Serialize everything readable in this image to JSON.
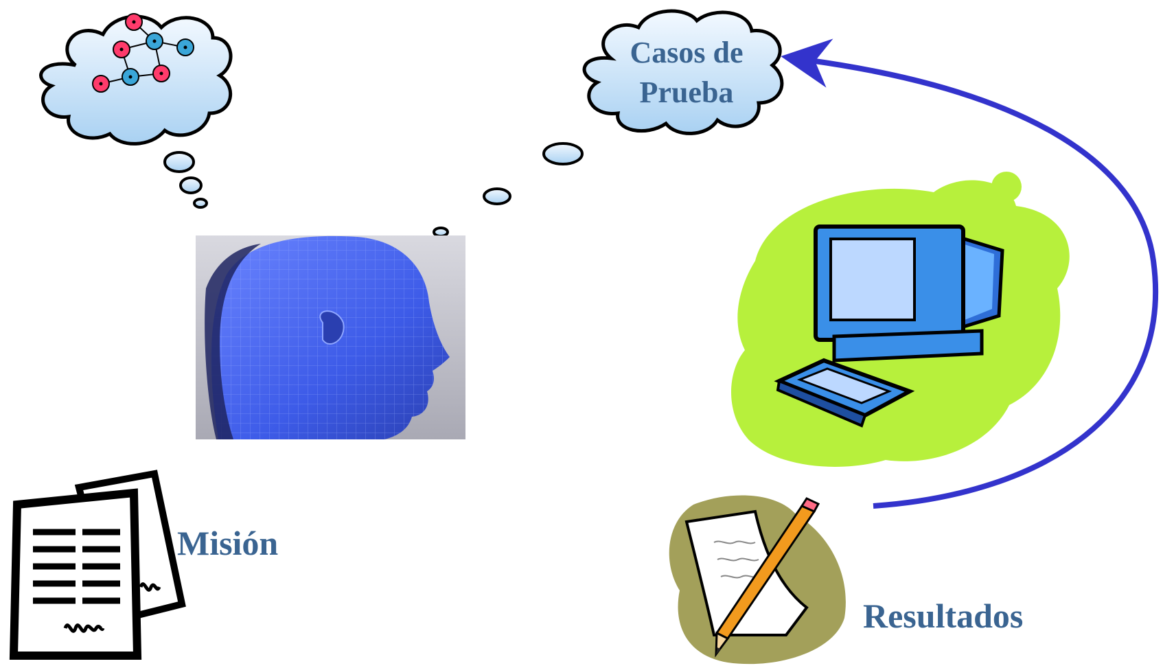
{
  "diagram": {
    "cloud_test_cases": {
      "line1": "Casos de",
      "line2": "Prueba"
    },
    "label_mission": "Misión",
    "label_results": "Resultados"
  },
  "colors": {
    "label_text": "#3a6491",
    "arrow": "#3333cc",
    "cloud_fill_top": "#eaf4ff",
    "cloud_fill_bottom": "#a8d0f0",
    "head_blue": "#4a6cff",
    "monitor_green_blob": "#b7f03c",
    "notepad_blob": "#a3a05a",
    "pencil_orange": "#f29a1e"
  },
  "icons": {
    "thought_cloud_graph": "molecule-graph-cloud-icon",
    "thought_cloud_text": "thought-cloud-icon",
    "head": "wireframe-head-icon",
    "computer": "computer-icon",
    "documents": "documents-icon",
    "notepad": "notepad-pencil-icon",
    "arrow": "curved-arrow-icon"
  }
}
